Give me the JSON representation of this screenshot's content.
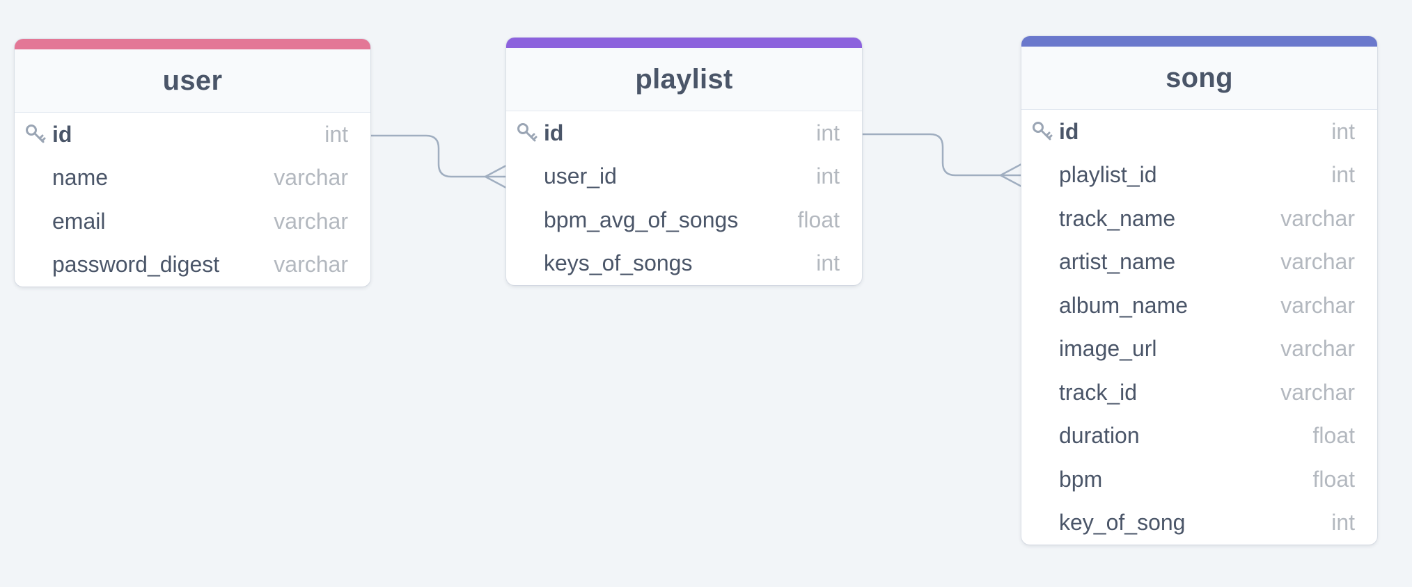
{
  "colors": {
    "user": "#e37796",
    "playlist": "#8c62dd",
    "song": "#6a78cc",
    "connector": "#a0aec0"
  },
  "icons": {
    "primary_key": "key-icon"
  },
  "tables": [
    {
      "name": "user",
      "fields": [
        {
          "name": "id",
          "type": "int",
          "pk": true
        },
        {
          "name": "name",
          "type": "varchar"
        },
        {
          "name": "email",
          "type": "varchar"
        },
        {
          "name": "password_digest",
          "type": "varchar"
        }
      ]
    },
    {
      "name": "playlist",
      "fields": [
        {
          "name": "id",
          "type": "int",
          "pk": true
        },
        {
          "name": "user_id",
          "type": "int"
        },
        {
          "name": "bpm_avg_of_songs",
          "type": "float"
        },
        {
          "name": "keys_of_songs",
          "type": "int"
        }
      ]
    },
    {
      "name": "song",
      "fields": [
        {
          "name": "id",
          "type": "int",
          "pk": true
        },
        {
          "name": "playlist_id",
          "type": "int"
        },
        {
          "name": "track_name",
          "type": "varchar"
        },
        {
          "name": "artist_name",
          "type": "varchar"
        },
        {
          "name": "album_name",
          "type": "varchar"
        },
        {
          "name": "image_url",
          "type": "varchar"
        },
        {
          "name": "track_id",
          "type": "varchar"
        },
        {
          "name": "duration",
          "type": "float"
        },
        {
          "name": "bpm",
          "type": "float"
        },
        {
          "name": "key_of_song",
          "type": "int"
        }
      ]
    }
  ],
  "relations": [
    {
      "from": "user.id",
      "to": "playlist.user_id",
      "cardinality": "one-to-many"
    },
    {
      "from": "playlist.id",
      "to": "song.playlist_id",
      "cardinality": "one-to-many"
    }
  ]
}
